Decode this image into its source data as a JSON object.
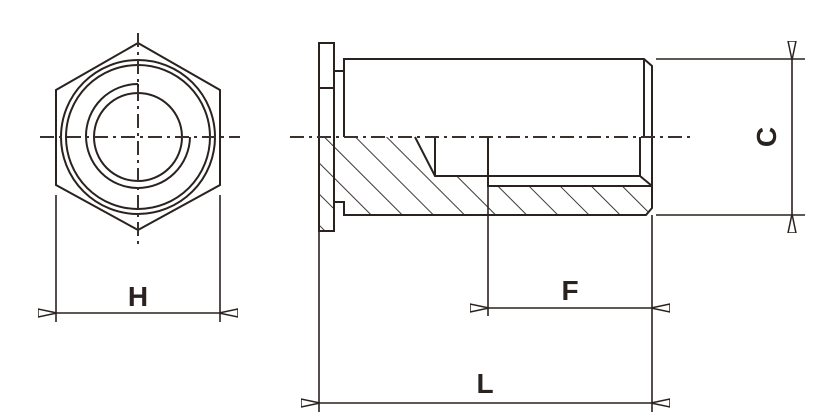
{
  "drawing": {
    "dimensions": {
      "hex_width_label": "H",
      "diameter_label": "C",
      "thread_length_label": "F",
      "length_label": "L"
    },
    "colors": {
      "line": "#2a221f",
      "background": "#ffffff"
    }
  }
}
